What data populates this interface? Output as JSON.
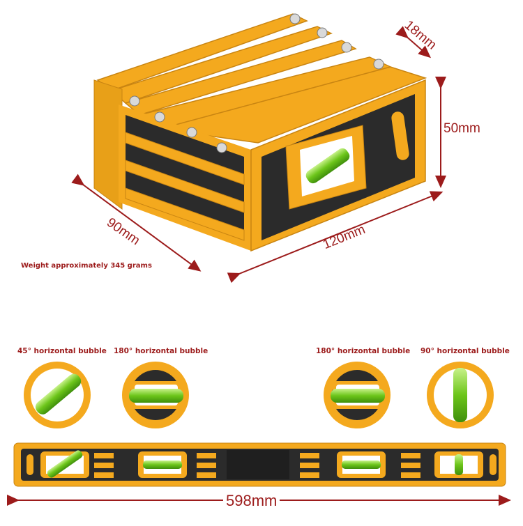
{
  "dimensions": {
    "depth": "18mm",
    "height": "50mm",
    "width": "90mm",
    "length_folded": "120mm"
  },
  "weight_note": "Weight approximately 345 grams",
  "bubbles": [
    {
      "label": "45° horizontal bubble"
    },
    {
      "label": "180° horizontal bubble"
    },
    {
      "label": "180° horizontal bubble"
    },
    {
      "label": "90° horizontal bubble"
    }
  ],
  "unfolded_length": "598mm",
  "colors": {
    "body": "#f4a91e",
    "body_dark": "#d98c10",
    "rubber": "#2b2b2b",
    "vial": "#7ed321",
    "dimension": "#9c1b1b"
  }
}
